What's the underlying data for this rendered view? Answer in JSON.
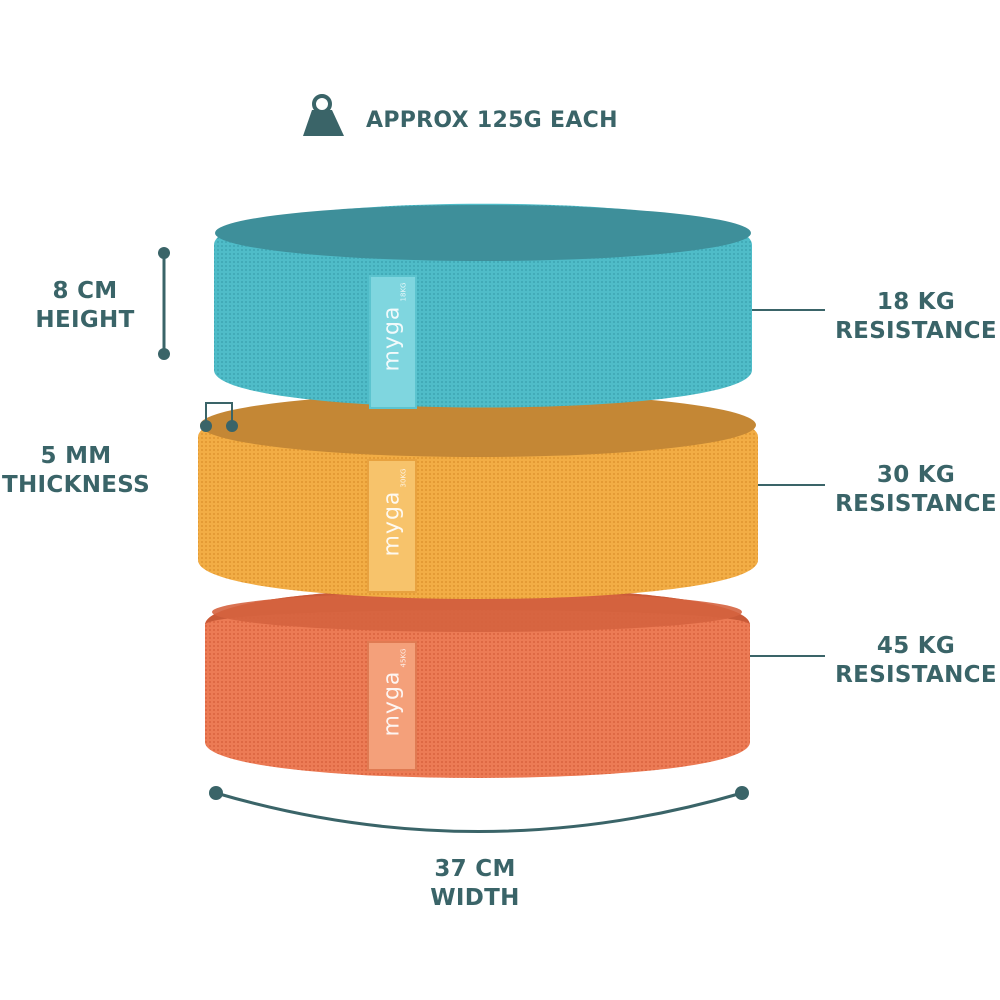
{
  "weight": {
    "text": "APPROX 125G EACH",
    "icon": "weight-icon"
  },
  "dimensions": {
    "height": {
      "line1": "8 CM",
      "line2": "HEIGHT"
    },
    "thickness": {
      "line1": "5 MM",
      "line2": "THICKNESS"
    },
    "width": {
      "line1": "37 CM",
      "line2": "WIDTH"
    }
  },
  "bands": [
    {
      "resistance_value": "18 KG",
      "resistance_label": "RESISTANCE",
      "brand": "myga",
      "tag_mark": "18KG",
      "color": "#4bb8c4"
    },
    {
      "resistance_value": "30 KG",
      "resistance_label": "RESISTANCE",
      "brand": "myga",
      "tag_mark": "30KG",
      "color": "#f0a941"
    },
    {
      "resistance_value": "45 KG",
      "resistance_label": "RESISTANCE",
      "brand": "myga",
      "tag_mark": "45KG",
      "color": "#e97650"
    }
  ],
  "colors": {
    "text": "#3a6468",
    "lines": "#3a6468"
  }
}
